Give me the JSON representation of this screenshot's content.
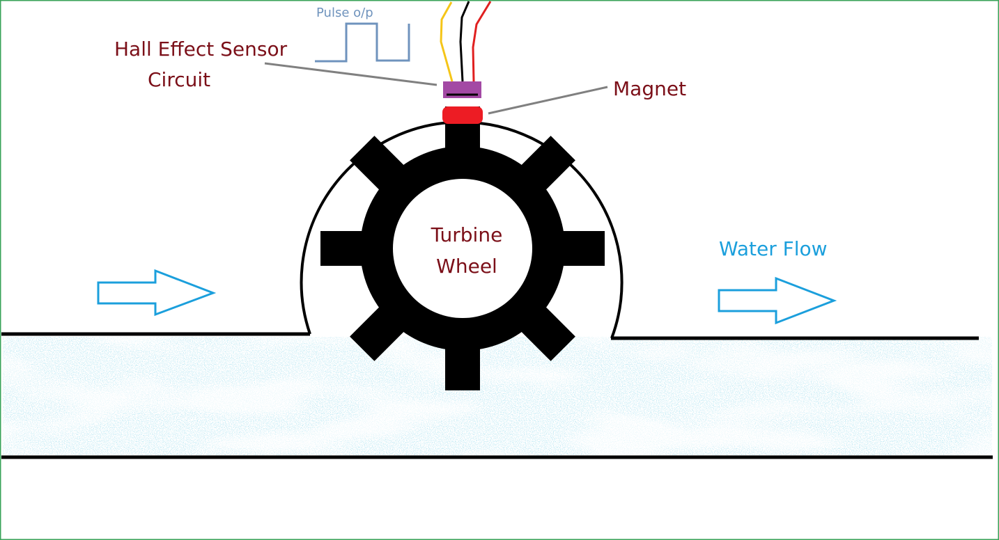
{
  "diagram": {
    "title": "Water flow sensor working principle",
    "labels": {
      "hall_sensor_line1": "Hall Effect Sensor",
      "hall_sensor_line2": "Circuit",
      "pulse_output": "Pulse o/p",
      "magnet": "Magnet",
      "turbine_line1": "Turbine",
      "turbine_line2": "Wheel",
      "water_flow": "Water Flow"
    },
    "components": [
      {
        "id": "hall-sensor",
        "color": "#a349a4"
      },
      {
        "id": "magnet",
        "color": "#ed1c24"
      },
      {
        "id": "turbine-wheel",
        "color": "#000000",
        "spokes": 8
      },
      {
        "id": "wire-yellow",
        "color": "#f5c518"
      },
      {
        "id": "wire-black",
        "color": "#000000"
      },
      {
        "id": "wire-red",
        "color": "#e02020"
      }
    ],
    "colors": {
      "label_dark": "#7b0f18",
      "label_blue": "#1b9fdc",
      "pulse": "#6f93bd",
      "leader_line": "#808080",
      "water": "#99d9ea",
      "frame": "#3aa35a"
    },
    "icons": [
      "flow-arrow-icon",
      "pulse-waveform-icon"
    ]
  }
}
